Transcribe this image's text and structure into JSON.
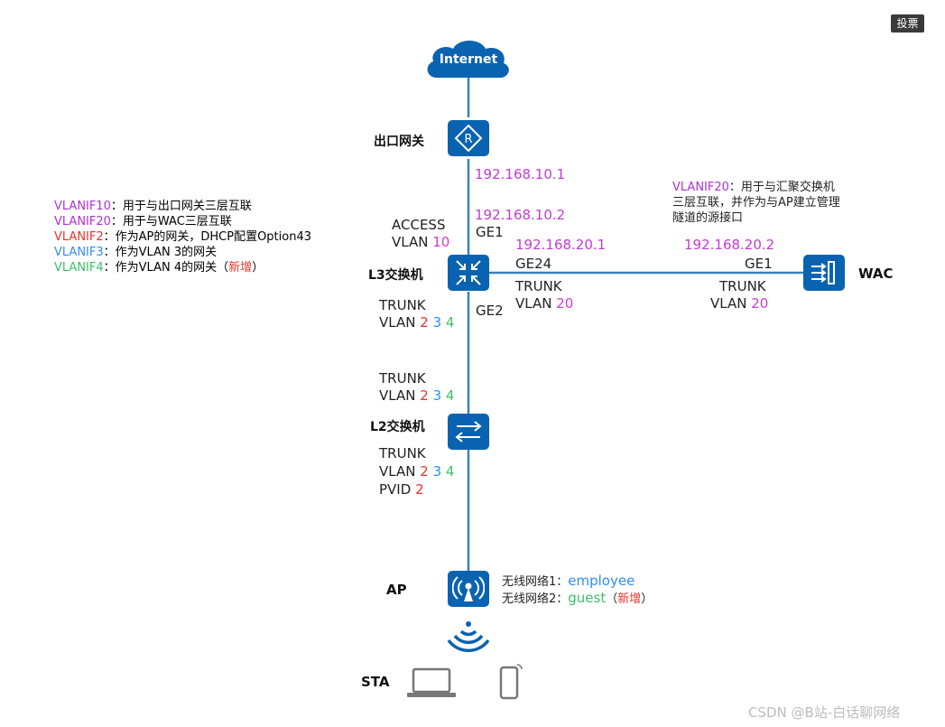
{
  "vote_button": "投票",
  "internet": "Internet",
  "gateway": {
    "label": "出口网关",
    "ip": "192.168.10.1"
  },
  "l3": {
    "label": "L3交换机",
    "ge1_ip": "192.168.10.2",
    "ge1": "GE1",
    "access": "ACCESS",
    "access_vlan_prefix": "VLAN",
    "access_vlan": "10",
    "ge24_ip": "192.168.20.1",
    "ge24": "GE24",
    "trunk_right": "TRUNK",
    "vlan_right_prefix": "VLAN",
    "vlan_right": "20",
    "trunk_down": "TRUNK",
    "vlan_down_prefix": "VLAN",
    "vlan_down": [
      "2",
      "3",
      "4"
    ],
    "ge2": "GE2"
  },
  "vlanif_notes": [
    {
      "name": "VLANIF10",
      "text": "：用于与出口网关三层互联",
      "color": "#b030d8"
    },
    {
      "name": "VLANIF20",
      "text": "：用于与WAC三层互联",
      "color": "#b030d8"
    },
    {
      "name": "VLANIF2",
      "text": "：作为AP的网关，DHCP配置Option43",
      "color": "#e8342a"
    },
    {
      "name": "VLANIF3",
      "text": "：作为VLAN 3的网关",
      "color": "#2f8ff0"
    },
    {
      "name": "VLANIF4",
      "text": "：作为VLAN 4的网关（",
      "color": "#3cc06a",
      "tag": "新增",
      "suffix": "）"
    }
  ],
  "wac": {
    "label": "WAC",
    "note_name": "VLANIF20",
    "note_lines": [
      "：用于与汇聚交换机",
      "三层互联，并作为与AP建立管理",
      "隧道的源接口"
    ],
    "ip": "192.168.20.2",
    "ge1": "GE1",
    "trunk": "TRUNK",
    "vlan_prefix": "VLAN",
    "vlan": "20"
  },
  "l2": {
    "label": "L2交换机",
    "trunk_up": "TRUNK",
    "vlan_up_prefix": "VLAN",
    "vlan_up": [
      "2",
      "3",
      "4"
    ],
    "trunk_down": "TRUNK",
    "vlan_down_prefix": "VLAN",
    "vlan_down": [
      "2",
      "3",
      "4"
    ],
    "pvid_prefix": "PVID",
    "pvid": "2"
  },
  "ap": {
    "label": "AP",
    "ssid1_prefix": "无线网络1：",
    "ssid1": "employee",
    "ssid2_prefix": "无线网络2：",
    "ssid2": "guest",
    "ssid2_open": "（",
    "ssid2_tag": "新增",
    "ssid2_close": "）"
  },
  "sta": {
    "label": "STA"
  },
  "watermark": "CSDN @B站-白话聊网络",
  "colors": {
    "link": "#3a7fc0",
    "device": "#0a63b0",
    "ip": "#c23bd4",
    "vlan2": "#e8342a",
    "vlan3": "#2f8ff0",
    "vlan4": "#3cc06a"
  }
}
